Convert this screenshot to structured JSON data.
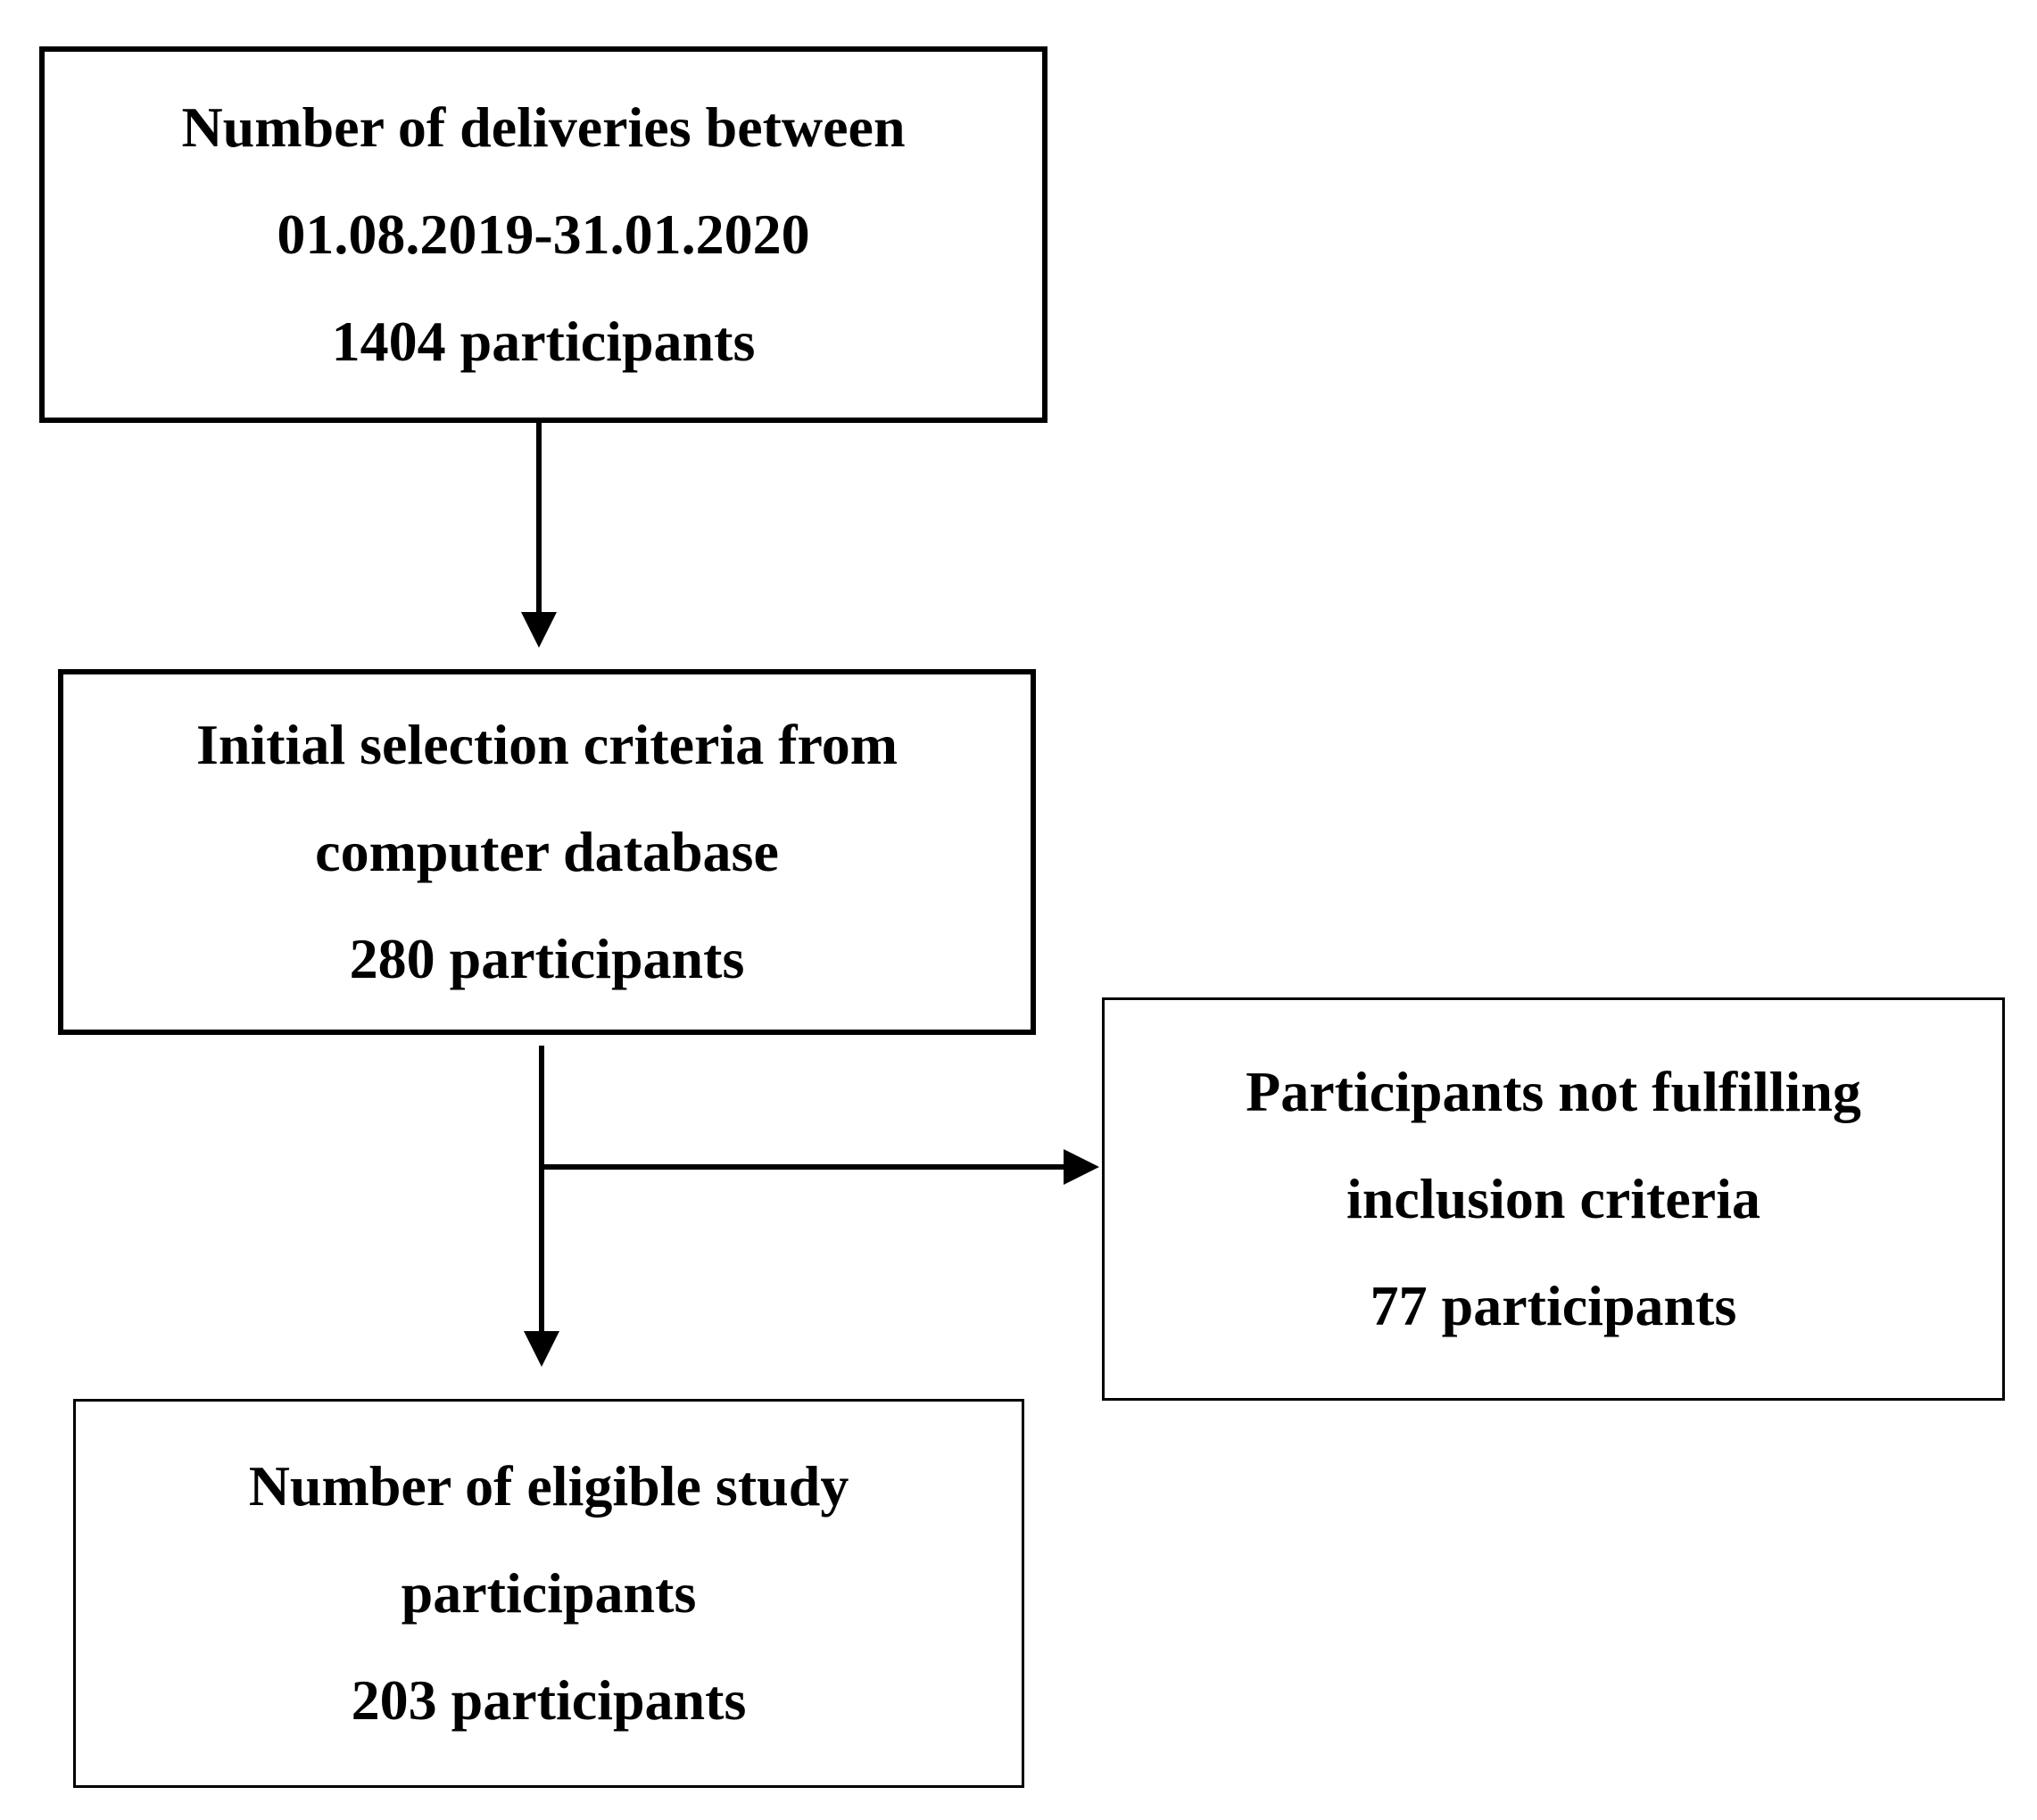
{
  "flowchart": {
    "deliveries_box": {
      "lines": [
        "Number of deliveries between",
        "01.08.2019-31.01.2020",
        "1404 participants"
      ]
    },
    "initial_selection_box": {
      "lines": [
        "Initial selection criteria from",
        "computer database",
        "280 participants"
      ]
    },
    "excluded_box": {
      "lines": [
        "Participants not fulfilling",
        "inclusion criteria",
        "77 participants"
      ]
    },
    "eligible_box": {
      "lines": [
        "Number of eligible study",
        "participants",
        "203 participants"
      ]
    }
  }
}
